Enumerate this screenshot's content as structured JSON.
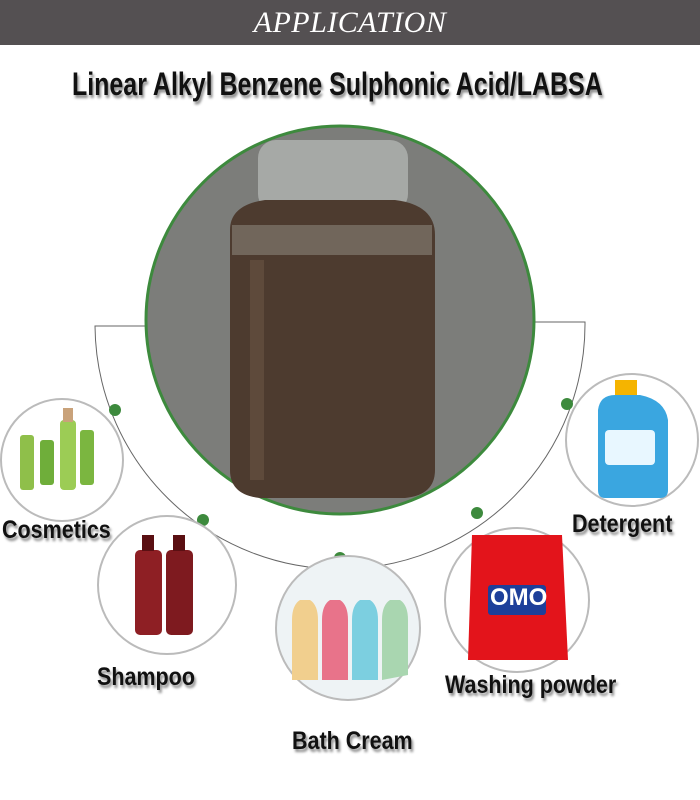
{
  "banner": {
    "title": "APPLICATION"
  },
  "title": "Linear Alkyl Benzene Sulphonic Acid/LABSA",
  "colors": {
    "banner": "#545052",
    "accent": "#3d8a3d",
    "line": "#555555"
  },
  "applications": [
    {
      "label": "Cosmetics",
      "icon": "cosmetics-bottles"
    },
    {
      "label": "Shampoo",
      "icon": "shampoo-bottles"
    },
    {
      "label": "Bath Cream",
      "icon": "bath-cream-bottles"
    },
    {
      "label": "Washing powder",
      "icon": "washing-powder-bag",
      "logo": "OMO"
    },
    {
      "label": "Detergent",
      "icon": "detergent-bottle"
    }
  ]
}
